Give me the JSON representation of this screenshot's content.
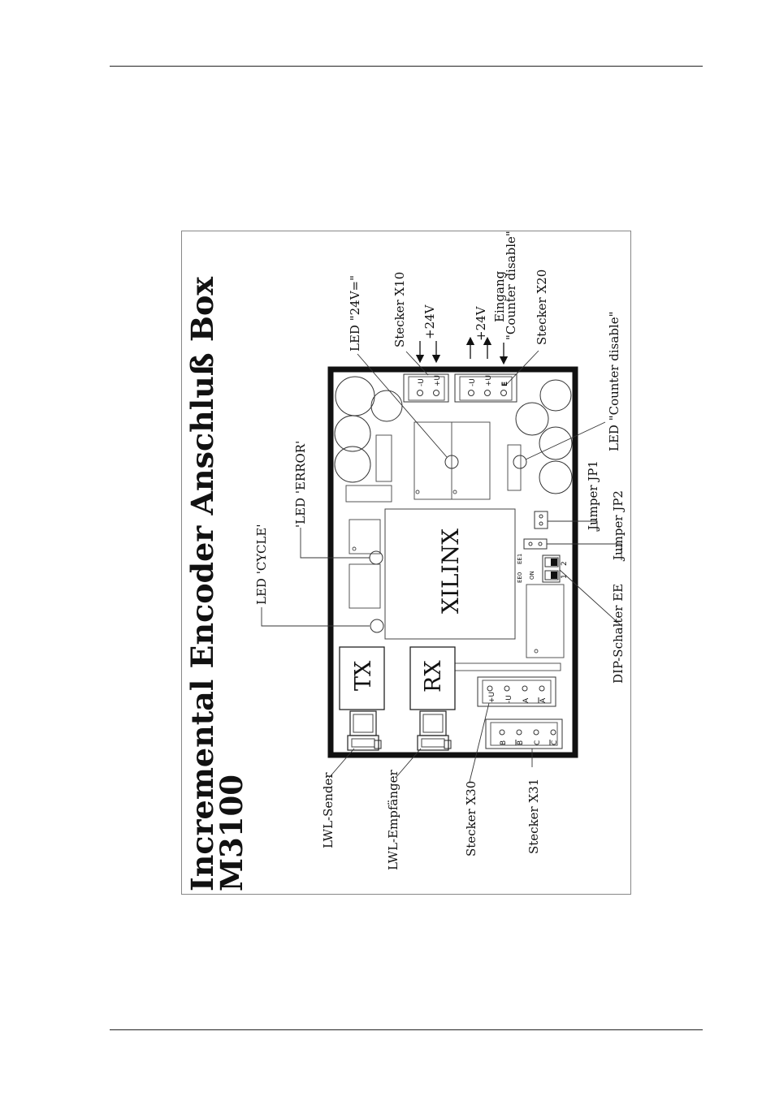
{
  "diagram": {
    "title": "Incremental  Encoder  Anschluß  Box",
    "model": "M3100",
    "chip": "XILINX",
    "tx": "TX",
    "rx": "RX",
    "labels": {
      "led_24v": "LED  \"24V=\"",
      "stecker_x10": "Stecker  X10",
      "plus24v_in": "+24V",
      "plus24v_out": "+24V",
      "eingang": "Eingang",
      "counter_disable_in": "\"Counter  disable\"",
      "stecker_x20": "Stecker  X20",
      "led_counter_disable": "LED  \"Counter  disable\"",
      "jumper_jp1": "Jumper  JP1",
      "jumper_jp2": "Jumper  JP2",
      "dip_schalter": "DIP-Schalter  EE",
      "led_error": "'LED  'ERROR'",
      "led_cycle": "LED  'CYCLE'",
      "lwl_sender": "LWL-Sender",
      "lwl_empfaenger": "LWL-Empfänger",
      "stecker_x30": "Stecker  X30",
      "stecker_x31": "Stecker  X31"
    },
    "pins": {
      "x10": [
        "-U",
        "+U"
      ],
      "x20": [
        "-U",
        "+U",
        "E"
      ],
      "x30": [
        "+U",
        "-U",
        "A",
        "A"
      ],
      "x31": [
        "B",
        "B",
        "C",
        "C"
      ]
    },
    "dip": {
      "on": "ON",
      "ee0": "EE0",
      "ee1": "EE1",
      "n1": "1",
      "n2": "2"
    }
  }
}
